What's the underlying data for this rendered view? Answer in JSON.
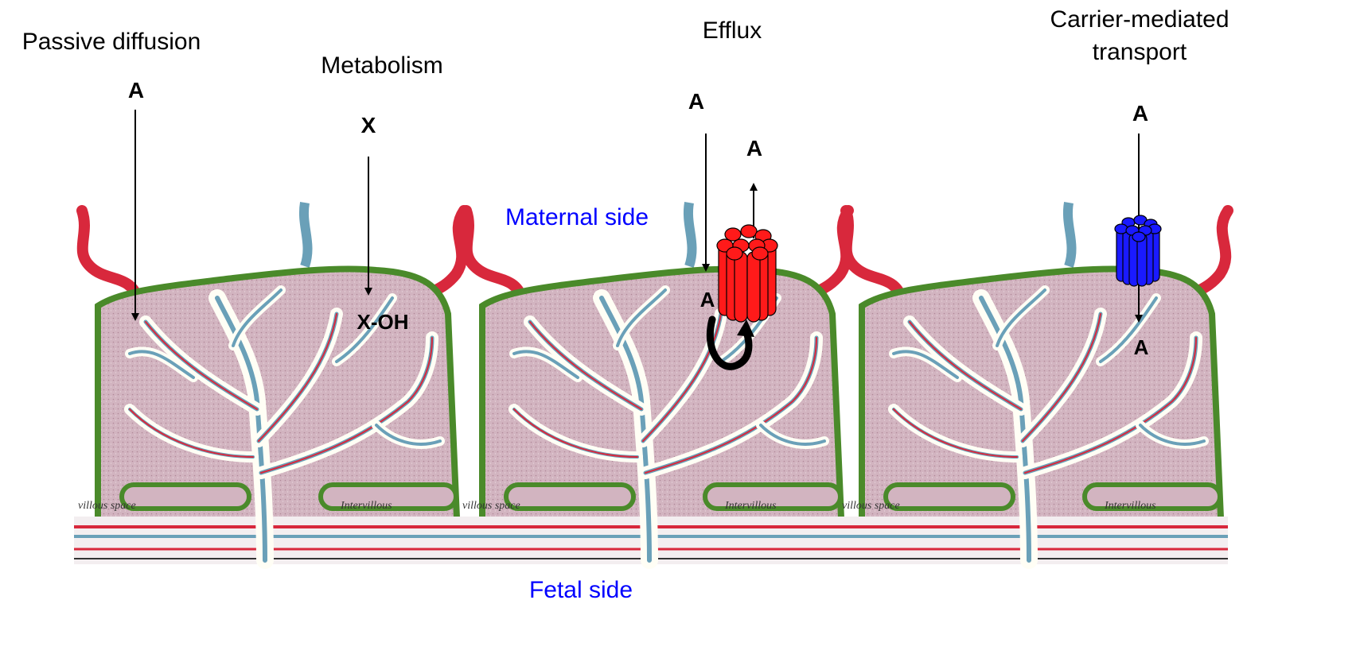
{
  "headings": {
    "passive": "Passive diffusion",
    "metabolism": "Metabolism",
    "efflux": "Efflux",
    "carrier_line1": "Carrier-mediated",
    "carrier_line2": "transport"
  },
  "side_labels": {
    "maternal": "Maternal side",
    "fetal": "Fetal side"
  },
  "molecules": {
    "passive_top": "A",
    "metabolism_top": "X",
    "metabolism_product": "X-OH",
    "efflux_top": "A",
    "efflux_out": "A",
    "efflux_inner": "A",
    "carrier_top": "A",
    "carrier_bottom": "A"
  },
  "tissue_captions": {
    "left": "villous space",
    "right": "Intervillous"
  },
  "colors": {
    "side_label": "#0000ff",
    "efflux_transporter": "#ff1a1a",
    "carrier_transporter": "#1a1aff",
    "villus_outline": "#4a8a2a",
    "villus_fill": "#c9a9b6",
    "vessel_red": "#d8283c",
    "vessel_blue": "#6aa0b8"
  },
  "icons": {
    "efflux_transporter": "red-channel-protein-icon",
    "carrier_transporter": "blue-channel-protein-icon",
    "recycle_arrow": "curved-arrow-icon"
  }
}
